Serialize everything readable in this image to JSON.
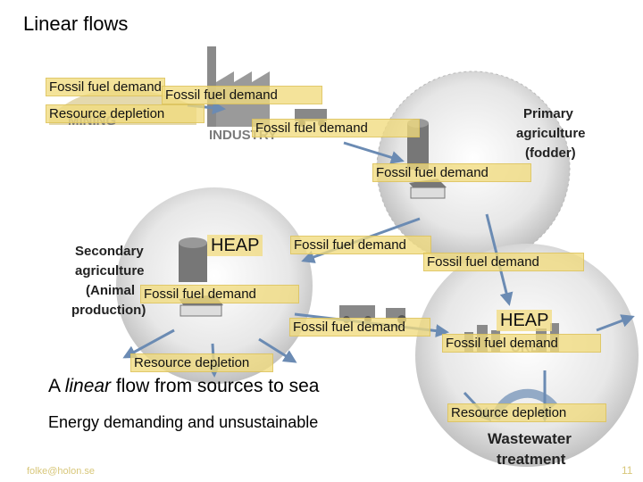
{
  "title": "Linear flows",
  "labels": {
    "mining": "MINING",
    "industry": "INDUSTRY",
    "primary_agriculture": [
      "Primary",
      "agriculture",
      "(fodder)"
    ],
    "secondary_agriculture": [
      "Secondary",
      "agriculture",
      "(Animal",
      "production)"
    ],
    "urb": "URB",
    "wastewater": [
      "Wastewater",
      "treatment"
    ]
  },
  "tags": {
    "t1": "Fossil fuel demand",
    "t2": "Fossil fuel demand",
    "t3": "Resource depletion",
    "t4": "Fossil fuel demand",
    "t5": "Fossil fuel demand",
    "t6": "Fossil fuel demand",
    "t7": "Fossil fuel demand",
    "t8": "Fossil fuel demand",
    "t9": "Fossil fuel demand",
    "t10": "Fossil fuel demand",
    "t11": "Resource depletion",
    "t12": "Resource depletion"
  },
  "heap": {
    "left": "HEAP",
    "right": "HEAP"
  },
  "subtitle": {
    "prefix": "A ",
    "emphasis": "linear",
    "suffix": " flow from sources to sea"
  },
  "caption": "Energy demanding and unsustainable",
  "footer": {
    "email": "folke@holon.se",
    "page": "11"
  },
  "colors": {
    "tag_fill": "#f1db7d",
    "footer_text": "#d8c77a",
    "arrow_fill": "#b9c9dc"
  }
}
